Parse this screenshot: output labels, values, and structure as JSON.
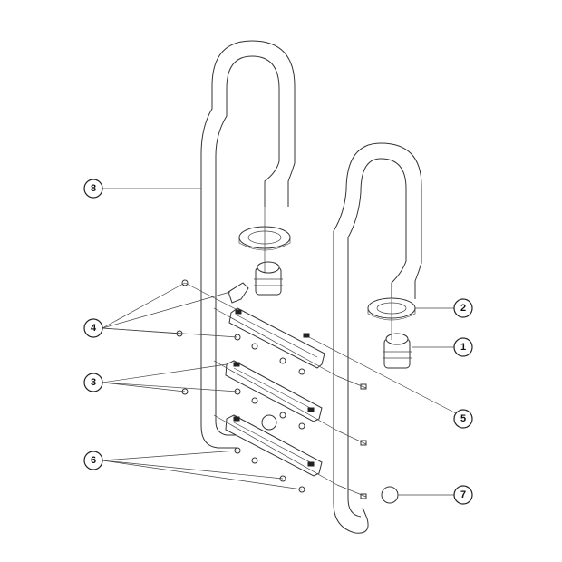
{
  "diagram": {
    "subject": "pool-ladder-exploded-view",
    "callouts": [
      "1",
      "2",
      "3",
      "4",
      "5",
      "6",
      "7",
      "8"
    ]
  }
}
